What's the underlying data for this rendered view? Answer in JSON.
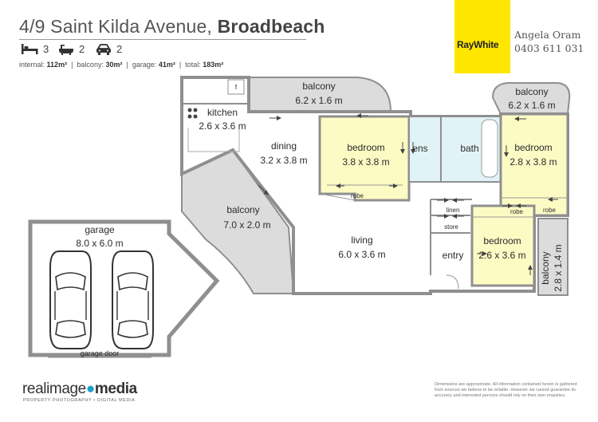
{
  "header": {
    "address": "4/9 Saint Kilda Avenue,",
    "suburb": "Broadbeach"
  },
  "features": {
    "beds": "3",
    "baths": "2",
    "cars": "2",
    "bed_icon": "bed-icon",
    "bath_icon": "bath-icon",
    "car_icon": "car-icon"
  },
  "areas": {
    "internal_label": "internal:",
    "internal_value": "112m²",
    "balcony_label": "balcony:",
    "balcony_value": "30m²",
    "garage_label": "garage:",
    "garage_value": "41m²",
    "total_label": "total:",
    "total_value": "183m²"
  },
  "brand": {
    "logo": "RayWhite",
    "agent_name": "Angela Oram",
    "agent_phone": "0403 611 031",
    "color": "#ffe600"
  },
  "rooms": {
    "kitchen": {
      "name": "kitchen",
      "size": "2.6 x 3.6 m"
    },
    "balcony_top": {
      "name": "balcony",
      "size": "6.2 x 1.6 m"
    },
    "balcony_right": {
      "name": "balcony",
      "size": "6.2 x 1.6 m"
    },
    "dining": {
      "name": "dining",
      "size": "3.2 x 3.8 m"
    },
    "bedroom1": {
      "name": "bedroom",
      "size": "3.8 x 3.8 m"
    },
    "bedroom2": {
      "name": "bedroom",
      "size": "2.8 x 3.8 m"
    },
    "bedroom3": {
      "name": "bedroom",
      "size": "2.6 x 3.6 m"
    },
    "ens": {
      "name": "ens"
    },
    "bath": {
      "name": "bath"
    },
    "balcony_mid": {
      "name": "balcony",
      "size": "7.0 x 2.0 m"
    },
    "living": {
      "name": "living",
      "size": "6.0 x 3.6 m"
    },
    "entry": {
      "name": "entry"
    },
    "linen": {
      "name": "linen"
    },
    "store": {
      "name": "store"
    },
    "robe1": {
      "name": "robe"
    },
    "robe2": {
      "name": "robe"
    },
    "robe3": {
      "name": "robe"
    },
    "fridge": {
      "name": "f"
    },
    "balcony_side": {
      "name": "balcony",
      "size": "2.8 x 1.4 m"
    },
    "garage": {
      "name": "garage",
      "size": "8.0 x 6.0 m",
      "door": "garage door"
    }
  },
  "colors": {
    "bedroom_fill": "#fdfbc4",
    "wet_fill": "#e2f3f7",
    "wall": "#8f8f8f",
    "balcony_fill": "#dcdcdc"
  },
  "footer": {
    "brand_light": "realimage",
    "brand_bold": "media",
    "tagline": "PROPERTY PHOTOGRAPHY • DIGITAL MEDIA",
    "disclaimer": "Dimensions are approximate. All information contained herein is gathered from sources we believe to be reliable. However we cannot guarantee its accuracy and interested persons should rely on their own enquiries."
  }
}
